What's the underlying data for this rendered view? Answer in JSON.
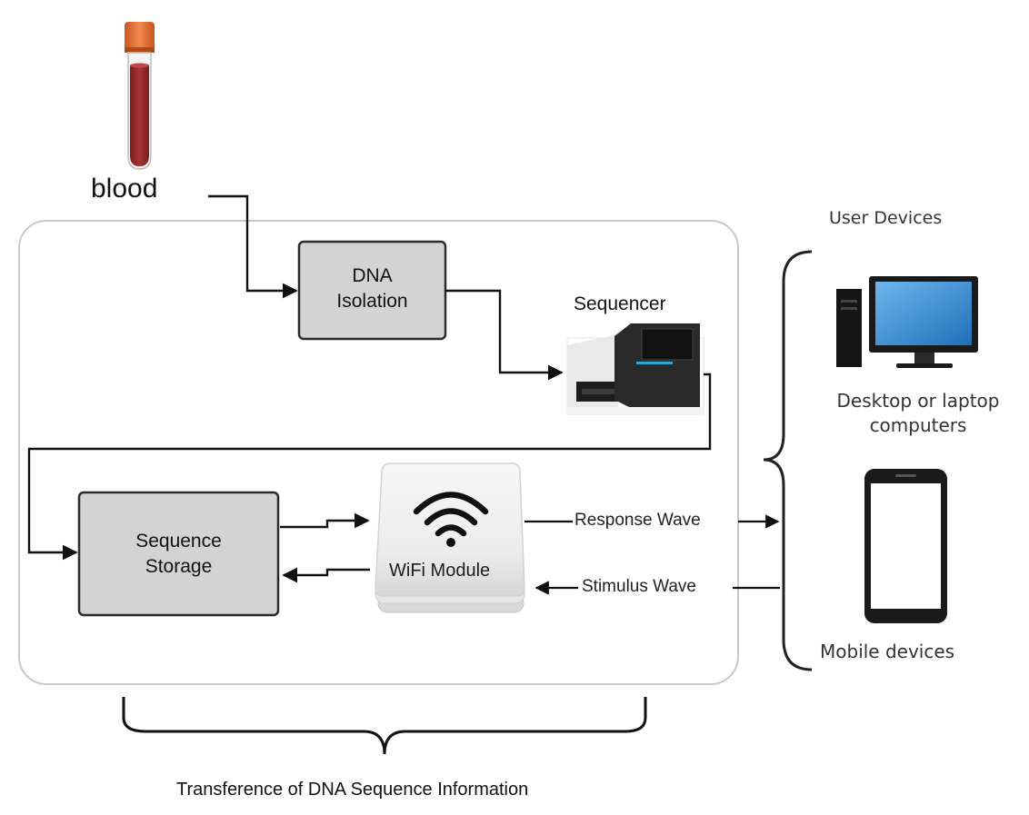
{
  "diagram": {
    "input_label": "blood",
    "dna_isolation": {
      "line1": "DNA",
      "line2": "Isolation"
    },
    "sequencer_label": "Sequencer",
    "sequence_storage": {
      "line1": "Sequence",
      "line2": "Storage"
    },
    "wifi_module_label": "WiFi Module",
    "response_wave_label": "Response Wave",
    "stimulus_wave_label": "Stimulus Wave",
    "user_devices_title": "User Devices",
    "desktop_label": {
      "line1": "Desktop or laptop",
      "line2": "computers"
    },
    "mobile_label": "Mobile devices",
    "bottom_caption": "Transference of DNA Sequence Information"
  },
  "colors": {
    "box_fill": "#d3d3d3",
    "box_stroke": "#2b2b2b",
    "tube_cap": "#e0703a",
    "tube_blood": "#9c2b2b",
    "screen_blue": "#3a8fd6",
    "container_stroke": "#c8c8c8"
  },
  "icons": [
    "blood-tube-icon",
    "sequencer-machine-icon",
    "wifi-icon",
    "desktop-computer-icon",
    "mobile-phone-icon"
  ]
}
